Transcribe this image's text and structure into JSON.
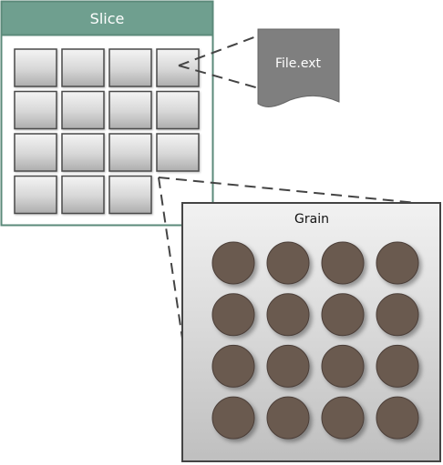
{
  "slice": {
    "title": "Slice",
    "tile_count": 15,
    "header_color": "#6f9f8f",
    "border_color": "#5b8a7a"
  },
  "file": {
    "label": "File.ext",
    "fill_color": "#7f7f7f"
  },
  "grain": {
    "title": "Grain",
    "dot_count": 16,
    "dot_color": "#6b5a50"
  }
}
